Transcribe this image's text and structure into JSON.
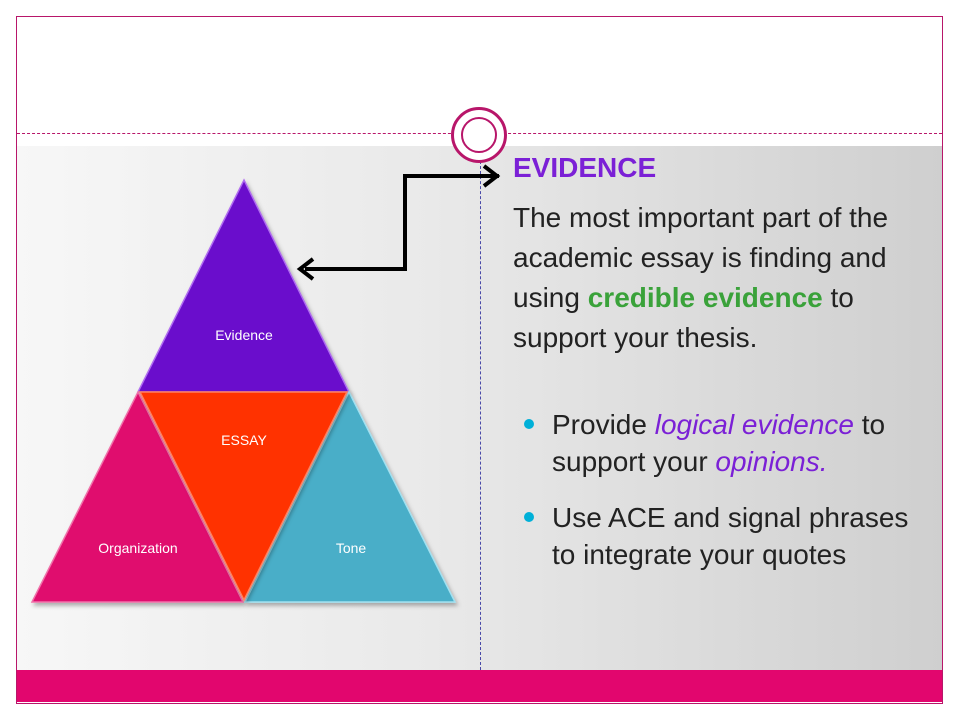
{
  "heading": "EVIDENCE",
  "body": {
    "part1": "The most important part of the academic essay is finding and using",
    "credible": "credible evidence",
    "part2": "to support your thesis."
  },
  "bullets": [
    {
      "pre": "Provide",
      "em1": "logical evidence",
      "mid": "to support your",
      "em2": "opinions."
    },
    {
      "text": "Use ACE and signal phrases to integrate your quotes"
    }
  ],
  "pyramid": {
    "top": "Evidence",
    "center": "ESSAY",
    "left": "Organization",
    "right": "Tone"
  },
  "colors": {
    "frame": "#b8166a",
    "footer": "#e2066e",
    "heading": "#7b20d6",
    "credible": "#3aa23a",
    "italic": "#7b20d6",
    "bullet": "#00b0d8",
    "evidence_triangle": "#6a10cc",
    "essay_triangle": "#ff3300",
    "organization_triangle": "#e0086e",
    "tone_triangle": "#4aaec8"
  }
}
